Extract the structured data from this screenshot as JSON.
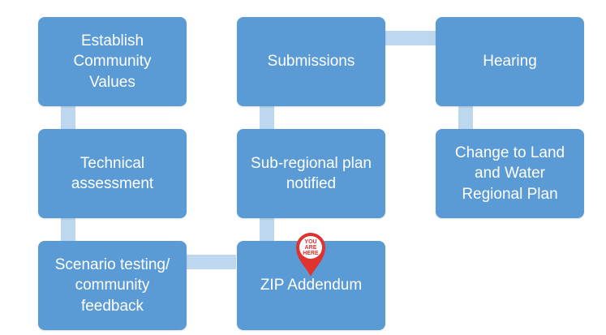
{
  "steps": {
    "establish_values": "Establish\nCommunity\nValues",
    "technical_assessment": "Technical\nassessment",
    "scenario_testing": "Scenario testing/\ncommunity\nfeedback",
    "submissions": "Submissions",
    "subregional_plan": "Sub-regional plan\nnotified",
    "zip_addendum": "ZIP Addendum",
    "hearing": "Hearing",
    "change_plan": "Change to Land\nand Water\nRegional Plan"
  },
  "marker": {
    "label": "YOU\nARE\nHERE",
    "icon": "location-pin-icon",
    "color": "#e0322f"
  },
  "colors": {
    "box": "#5b9bd5",
    "connector": "#bdd7ee",
    "text": "#ffffff"
  }
}
